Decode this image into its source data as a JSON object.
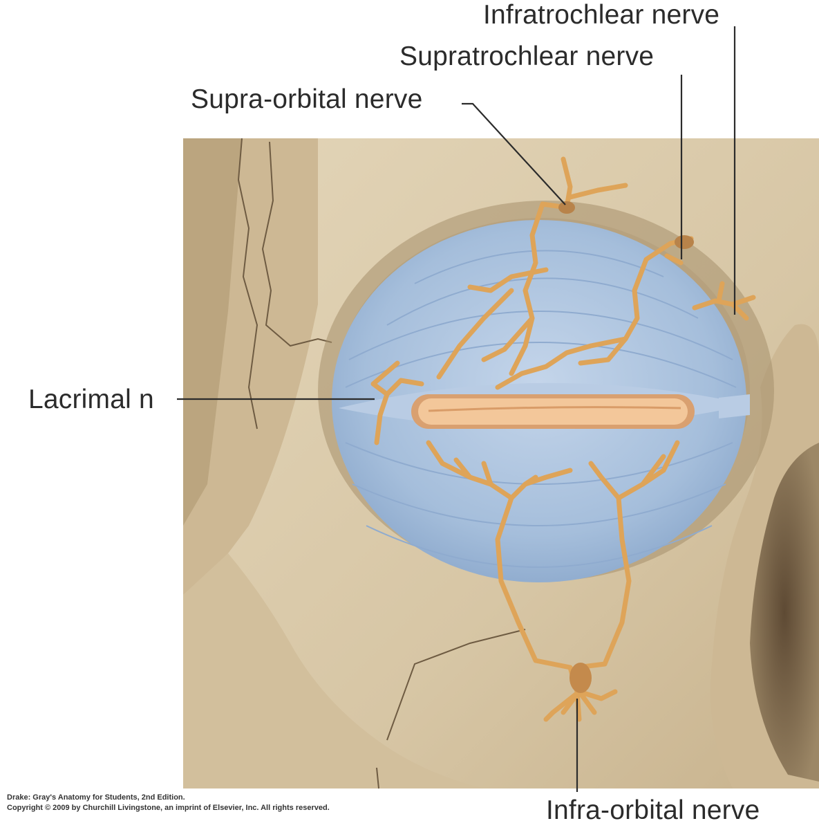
{
  "labels": {
    "infratrochlear": "Infratrochlear nerve",
    "supratrochlear": "Supratrochlear nerve",
    "supraorbital": "Supra-orbital nerve",
    "lacrimal": "Lacrimal n",
    "infraorbital": "Infra-orbital nerve"
  },
  "credit": {
    "line1": "Drake: Gray's Anatomy for Students, 2nd Edition.",
    "line2": "Copyright © 2009 by Churchill Livingstone, an imprint of Elsevier, Inc. All rights reserved."
  },
  "colors": {
    "bone": "#dccdb0",
    "bone_shadow": "#9c8766",
    "muscle": "#a9c0dc",
    "nerve": "#dea459",
    "eyelid_opening": "#f3c79a",
    "leader_line": "#2b2b2b"
  }
}
